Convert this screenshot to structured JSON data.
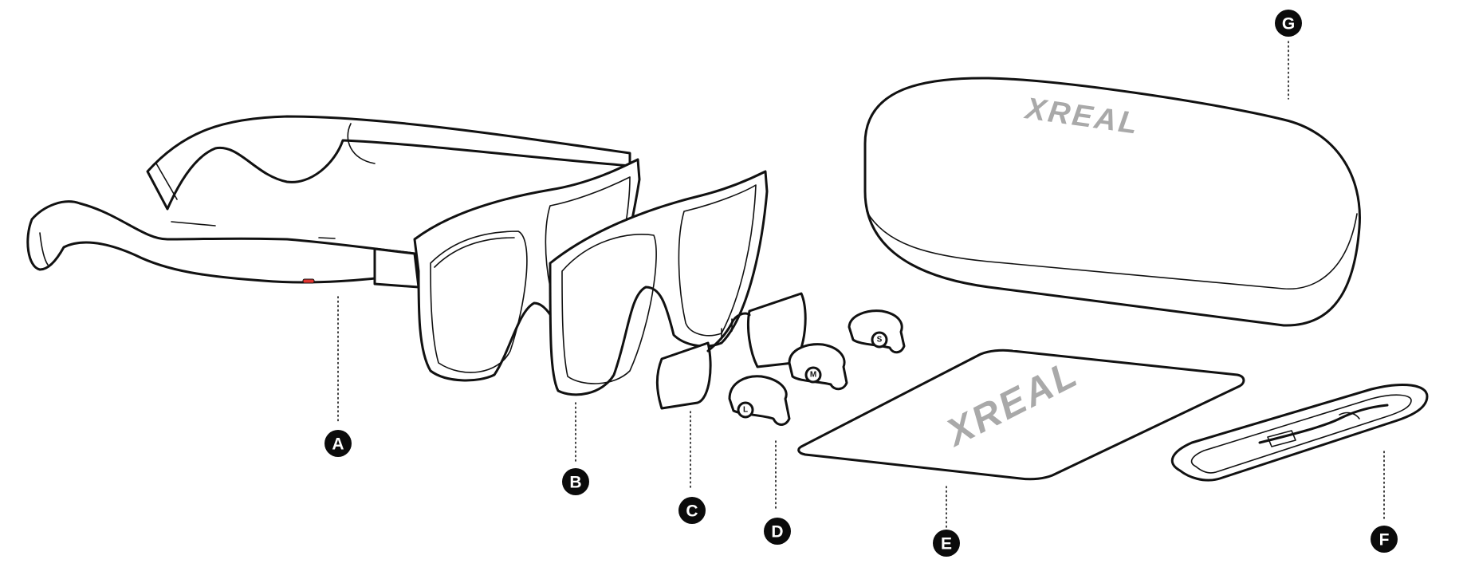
{
  "callouts": [
    {
      "id": "A",
      "label": "A"
    },
    {
      "id": "B",
      "label": "B"
    },
    {
      "id": "C",
      "label": "C"
    },
    {
      "id": "D",
      "label": "D"
    },
    {
      "id": "E",
      "label": "E"
    },
    {
      "id": "F",
      "label": "F"
    },
    {
      "id": "G",
      "label": "G"
    }
  ],
  "case": {
    "brand": "XREAL"
  },
  "cloth": {
    "brand": "XREAL"
  },
  "ear_tips": {
    "sizes": [
      "L",
      "M",
      "S"
    ]
  },
  "colors": {
    "line": "#111111",
    "badge": "#0b0b0b",
    "brand_gray": "#a9a9a9",
    "accent_button": "#e0342f"
  }
}
